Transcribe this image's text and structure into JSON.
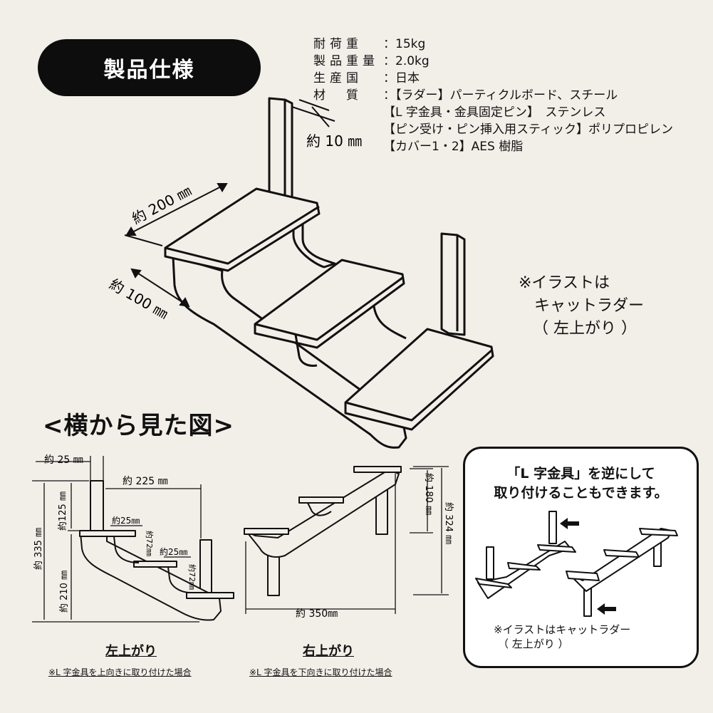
{
  "header": {
    "title": "製品仕様"
  },
  "specs": [
    {
      "label": "耐荷重",
      "value": "：15kg"
    },
    {
      "label": "製品重量",
      "value": "：2.0kg"
    },
    {
      "label": "生産国",
      "value": "：日本"
    },
    {
      "label": "材　質",
      "value": "：【ラダー】パーティクルボード、スチール"
    },
    {
      "label": "",
      "value": "【L 字金具・金具固定ピン】　ステンレス"
    },
    {
      "label": "",
      "value": "【ピン受け・ピン挿入用スティック】ポリプロピレン"
    },
    {
      "label": "",
      "value": "【カバー1・2】AES 樹脂"
    }
  ],
  "main_dims": {
    "thickness": "約 10 ㎜",
    "width": "約 200 ㎜",
    "depth": "約 100 ㎜"
  },
  "illustration_note": {
    "line1": "※イラストは",
    "line2": "キャットラダー",
    "line3": "（ 左上がり ）"
  },
  "side_view": {
    "title": "<横から見た図>",
    "left": {
      "caption": "左上がり",
      "subcaption": "※L 字金具を上向きに取り付けた場合",
      "dims": {
        "post_width": "約 25 ㎜",
        "step_offset": "約 225 ㎜",
        "post_height": "約125 ㎜",
        "total_height": "約 335 ㎜",
        "lower_height": "約 210 ㎜",
        "gap1": "約25㎜",
        "rise1": "約72㎜",
        "gap2": "約25㎜",
        "rise2": "約72㎜"
      }
    },
    "right": {
      "caption": "右上がり",
      "subcaption": "※L 字金具を下向きに取り付けた場合",
      "dims": {
        "upper_height": "約 180 ㎜",
        "total_height": "約 324 ㎜",
        "width": "約 350㎜"
      }
    }
  },
  "reverse_box": {
    "heading1": "「L 字金具」を逆にして",
    "heading2": "取り付けることもできます。",
    "note1": "※イラストはキャットラダー",
    "note2": "（ 左上がり ）"
  }
}
